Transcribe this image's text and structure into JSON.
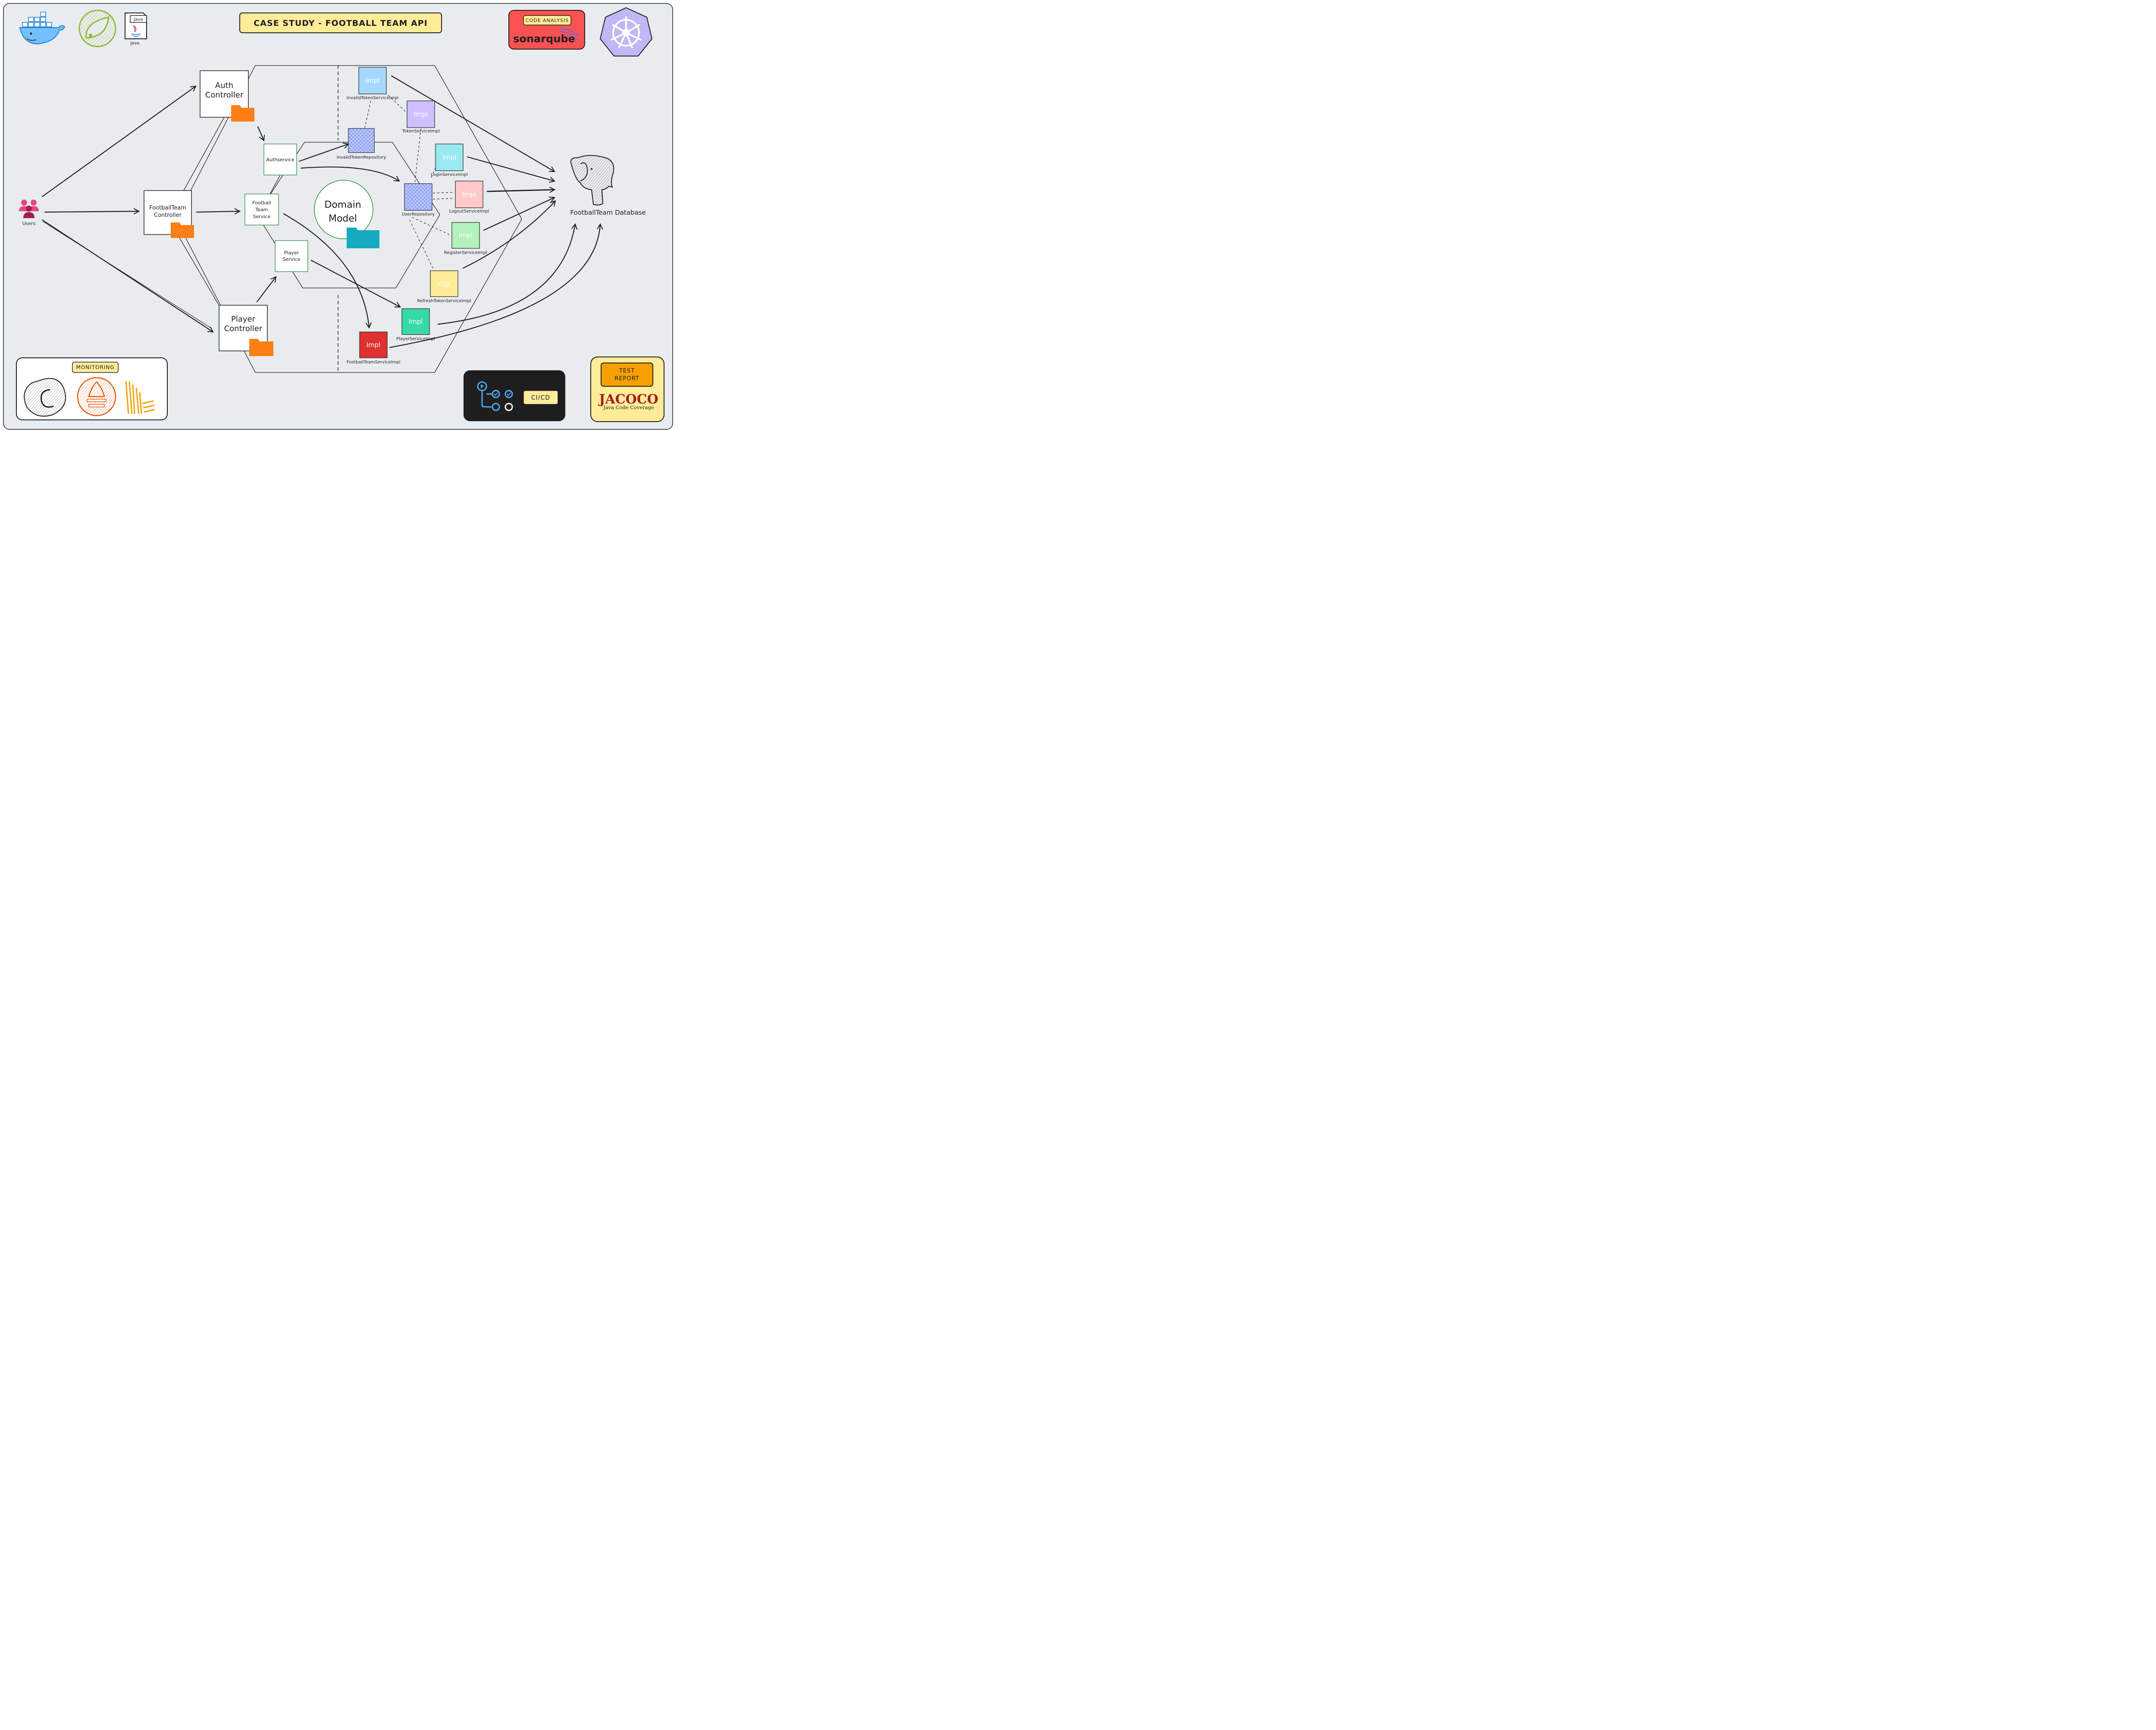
{
  "title": "CASE STUDY - FOOTBALL TEAM API",
  "actors": {
    "users": "Users"
  },
  "controllers": {
    "auth": [
      "Auth",
      "Controller"
    ],
    "football_team": [
      "FootballTeam",
      "Controller"
    ],
    "player": [
      "Player",
      "Controller"
    ]
  },
  "services": {
    "auth": "Authservice",
    "football_team": [
      "Football",
      "Team",
      "Service"
    ],
    "player": [
      "Player",
      "Service"
    ]
  },
  "domain": {
    "line1": "Domain",
    "line2": "Model"
  },
  "impl_label": "Impl",
  "implementations": {
    "invalid_token": "InvalidTokenServiceImpl",
    "token": "TokenServiceImpl",
    "login": "LoginServiceImpl",
    "logout": "LogoutServiceImpl",
    "register": "RegisterServiceImpl",
    "refresh_token": "RefreshTokenServiceImpl",
    "player": "PlayerServiceImpl",
    "football_team": "FootballTeamServiceImpl"
  },
  "repositories": {
    "invalid_token": "InvalidTokenRepository",
    "user": "UserRepository"
  },
  "database": {
    "label": "FootballTeam Database"
  },
  "tools": {
    "java_tag": "Java",
    "java_caption": "Java",
    "code_analysis": "CODE ANALYSIS",
    "sonarqube": "sonarqube",
    "monitoring": "MONITORING",
    "cicd": "CI/CD",
    "test_report": [
      "TEST",
      "REPORT"
    ],
    "jacoco": "JACOCO",
    "jacoco_sub": "Java Code Coverage"
  },
  "colors": {
    "background": "#e9ecef",
    "title_fill": "#ffec99",
    "folder": "#fd7e14",
    "domain_folder": "#15aabf",
    "sonar_red": "#fa5252",
    "kubernetes": "#c1b7f7",
    "jacoco_fill": "#ffec99",
    "impl_invalid_token": "#a5d8ff",
    "impl_token": "#d0bfff",
    "impl_login": "#99e9f2",
    "impl_logout": "#ffc9c9",
    "impl_register": "#b2f2bb",
    "impl_refresh_token": "#ffec99",
    "impl_player": "#38d9a9",
    "impl_football_team": "#e03131"
  }
}
